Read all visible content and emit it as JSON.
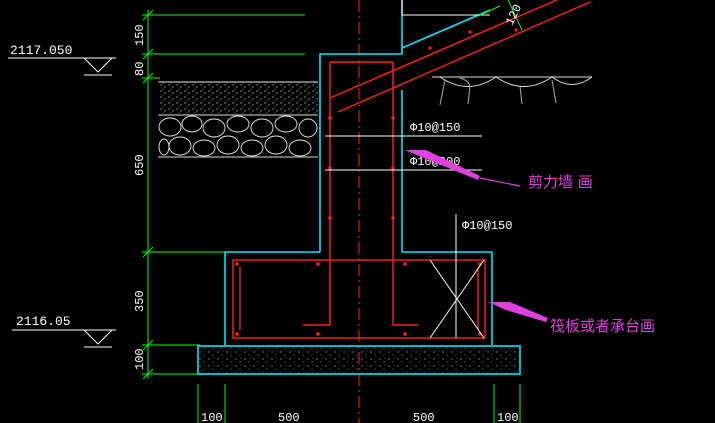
{
  "levels": {
    "top": "2117.050",
    "bottom": "2116.05"
  },
  "vertical_dims": [
    "150",
    "80",
    "650",
    "350",
    "100"
  ],
  "horizontal_dims": [
    "100",
    "500",
    "500",
    "100"
  ],
  "slope_dim": "120",
  "rebar_labels": {
    "wall_horizontal_1": "Φ10@150",
    "wall_horizontal_2": "Φ10@200",
    "footing": "Φ10@150"
  },
  "annotations": {
    "wall": "剪力墙 画",
    "raft": "筏板或者承台画"
  },
  "colors": {
    "background": "#000000",
    "dimension_green": "#00ff00",
    "outline_cyan": "#00e5ff",
    "rebar_red": "#ff2020",
    "annotation_magenta": "#e040e0",
    "text_white": "#ffffff"
  }
}
